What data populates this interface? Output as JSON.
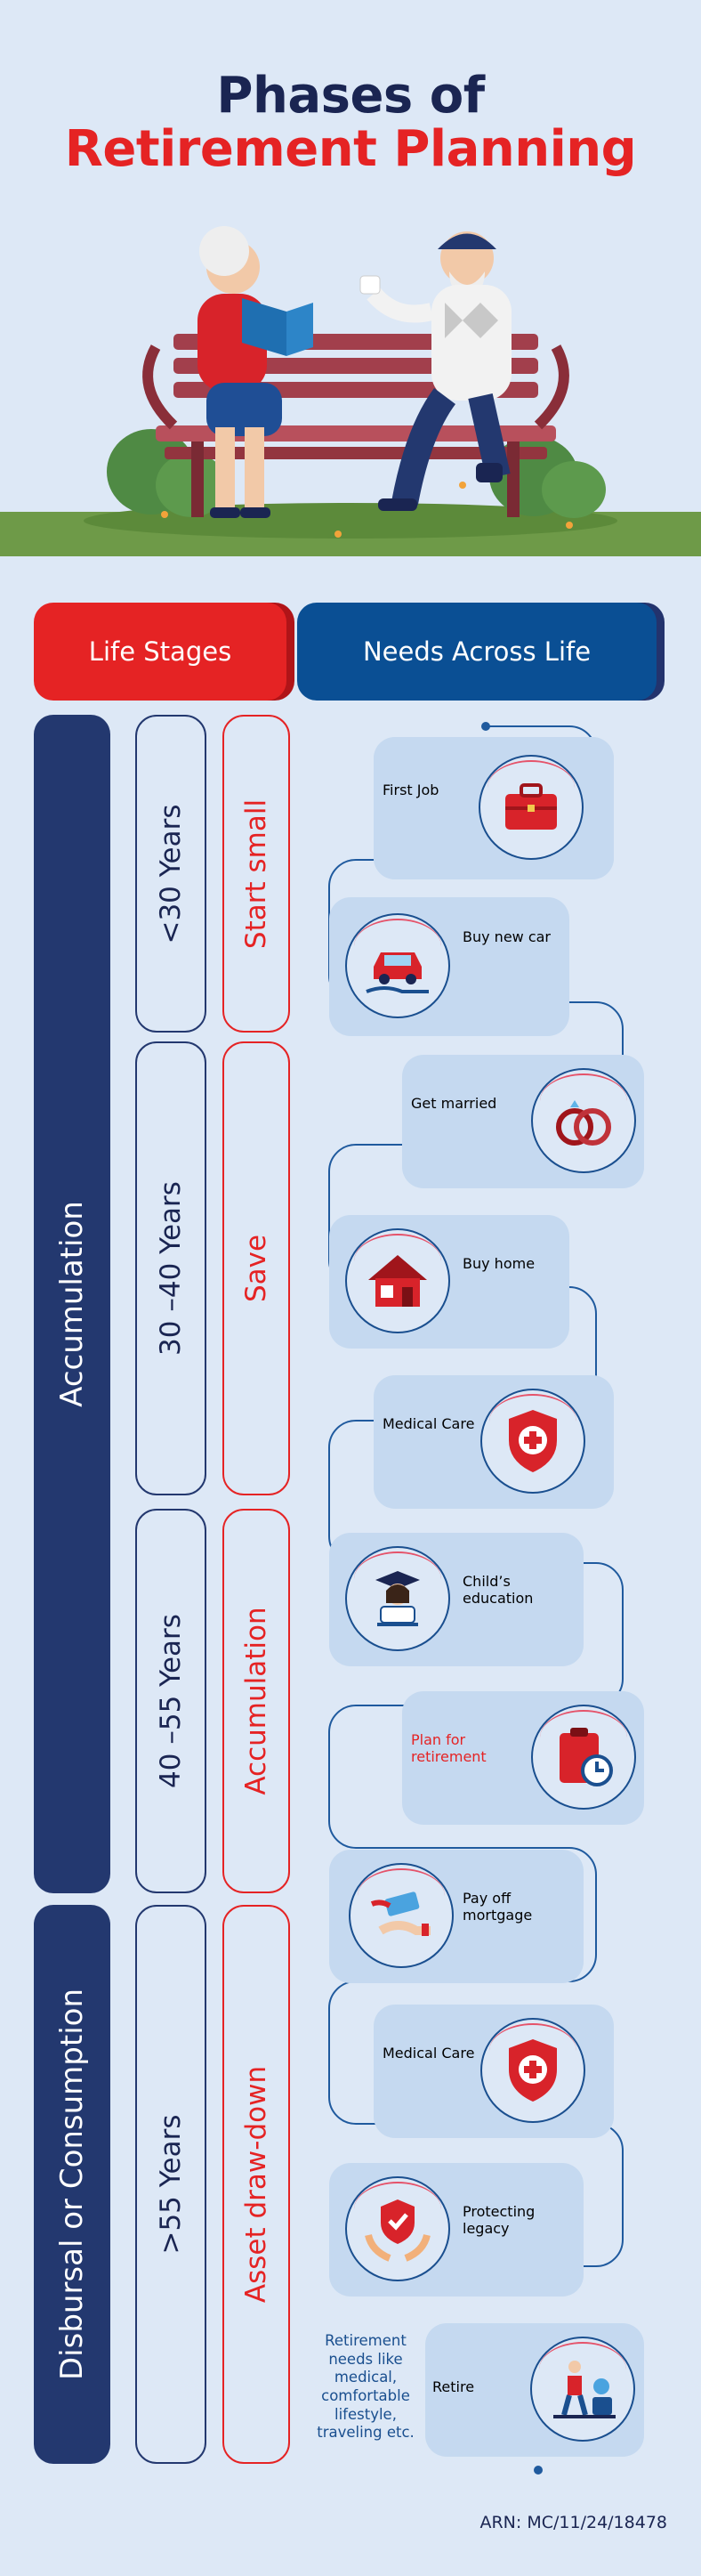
{
  "title": {
    "line1": "Phases of",
    "line2": "Retirement Planning"
  },
  "headers": {
    "left": "Life Stages",
    "right": "Needs Across Life"
  },
  "phases": [
    "Accumulation",
    "Disbursal or Consumption"
  ],
  "ages": [
    "<30 Years",
    "30 –40 Years",
    "40 –55 Years",
    ">55 Years"
  ],
  "stages": [
    "Start small",
    "Save",
    "Accumulation",
    "Asset draw-down"
  ],
  "needs": [
    {
      "label": "First Job",
      "icon": "briefcase-icon"
    },
    {
      "label": "Buy new car",
      "icon": "car-icon"
    },
    {
      "label": "Get married",
      "icon": "rings-icon"
    },
    {
      "label": "Buy home",
      "icon": "house-icon"
    },
    {
      "label": "Medical Care",
      "icon": "medical-shield-icon"
    },
    {
      "label": "Child’s education",
      "icon": "graduate-icon"
    },
    {
      "label": "Plan for retirement",
      "icon": "clipboard-clock-icon"
    },
    {
      "label": "Pay off mortgage",
      "icon": "money-hand-icon"
    },
    {
      "label": "Medical Care",
      "icon": "medical-shield-icon"
    },
    {
      "label": "Protecting legacy",
      "icon": "shield-hands-icon"
    },
    {
      "label": "Retire",
      "icon": "retiree-icon"
    }
  ],
  "side_note": "Retirement needs like medical, comfortable lifestyle, traveling etc.",
  "arn": "ARN: MC/11/24/18478",
  "colors": {
    "navy": "#23386f",
    "red": "#e52324",
    "blue": "#0a4f94",
    "background": "#dde8f6",
    "card": "#c5d9f0"
  }
}
